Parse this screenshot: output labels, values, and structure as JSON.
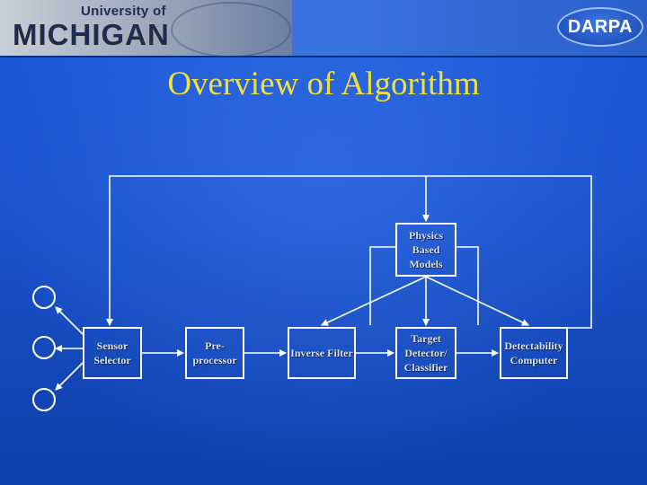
{
  "header": {
    "logo_small": "University of",
    "logo_big": "MICHIGAN",
    "darpa": "DARPA"
  },
  "title": "Overview of Algorithm",
  "diagram": {
    "boxes": {
      "sensor_selector": "Sensor Selector",
      "preprocessor": "Pre-processor",
      "inverse_filter": "Inverse Filter",
      "physics_models": "Physics Based Models",
      "target_detector": "Target Detector/ Classifier",
      "detectability": "Detectability Computer"
    }
  },
  "colors": {
    "background": "#1b55d0",
    "title": "#f0e03a",
    "lines": "#ffffff"
  }
}
